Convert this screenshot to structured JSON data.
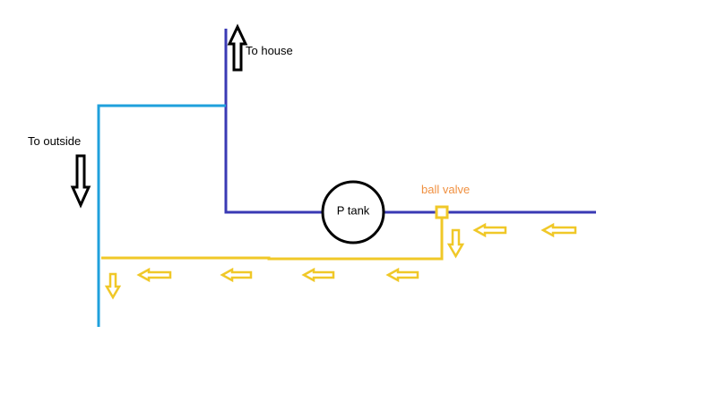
{
  "labels": {
    "to_house": "To house",
    "to_outside": "To outside",
    "p_tank": "P tank",
    "ball_valve": "ball valve"
  },
  "colors": {
    "background": "#ffffff",
    "main_pipe": "#3a3ab4",
    "outside_pipe": "#1fa0dc",
    "bypass_pipe": "#f0c828",
    "valve_label": "#f09040",
    "arrow_outline": "#000000",
    "tank_outline": "#000000"
  },
  "icons": {
    "up_arrow": "hollow-up-arrow-icon",
    "down_arrow": "hollow-down-arrow-icon",
    "flow_left": "flow-left-arrow-icon",
    "flow_down": "flow-down-arrow-icon"
  }
}
